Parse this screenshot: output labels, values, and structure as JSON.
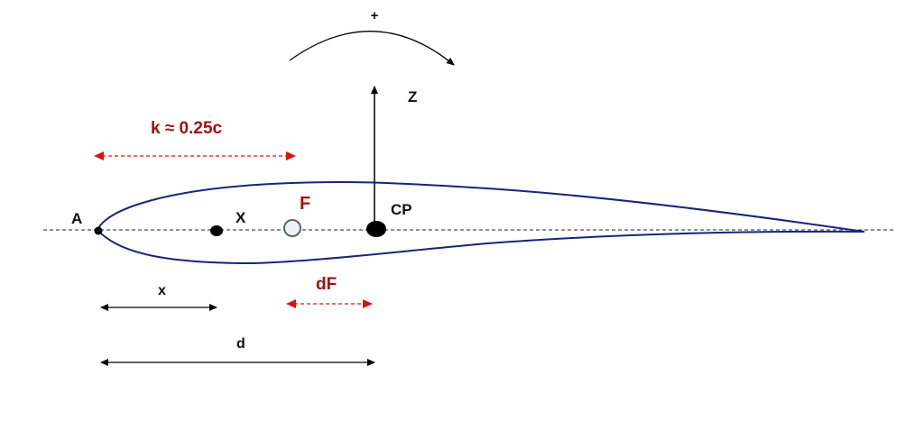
{
  "labels": {
    "moment_sign": "+",
    "lift": "Z",
    "quarter_chord": "k ≈ 0.25c",
    "leading_edge": "A",
    "point_x": "X",
    "focus": "F",
    "center_of_pressure": "CP",
    "focus_shift": "dF",
    "dist_x": "x",
    "dist_d": "d"
  },
  "colors": {
    "airfoil": "#1a237e",
    "red": "#a50f0f",
    "arrow_red": "#e01010",
    "black": "#000000"
  }
}
